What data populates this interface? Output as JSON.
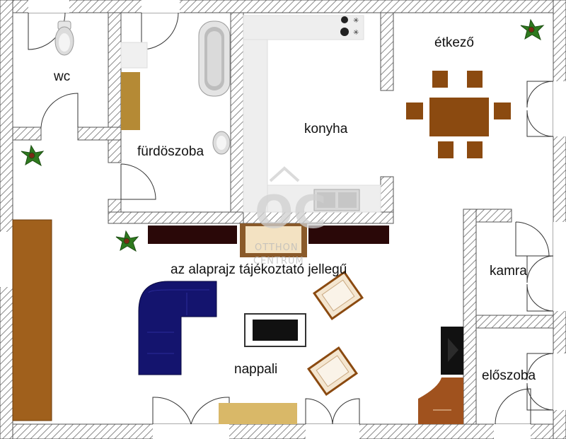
{
  "rooms": {
    "wc": "wc",
    "bathroom": "fürdöszoba",
    "kitchen": "konyha",
    "dining": "étkező",
    "pantry": "kamra",
    "hall": "előszoba",
    "living": "nappali"
  },
  "note": "az alaprajz tájékoztató jellegű",
  "watermark": {
    "logo": "OC",
    "line1": "OTTHON",
    "line2": "CENTRUM"
  },
  "colors": {
    "wall_hatch": "#8a8a8a",
    "wood_dark": "#8b4a10",
    "wood_mid": "#a0601c",
    "sofa": "#14146e",
    "beam": "#2a0808",
    "counter": "#eeeeee"
  }
}
